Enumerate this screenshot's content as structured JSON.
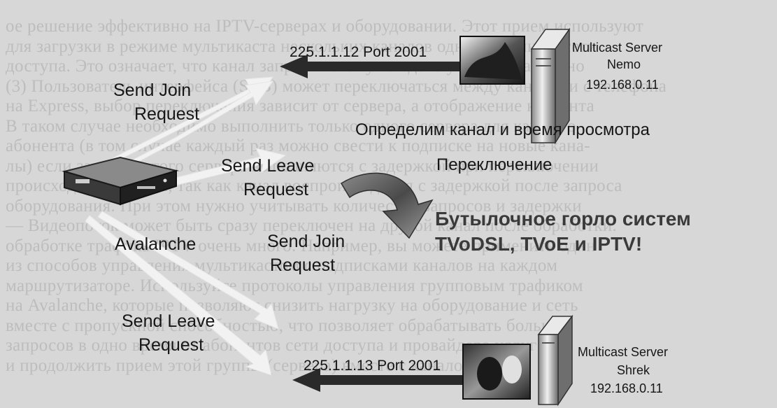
{
  "servers": {
    "top": {
      "name_line1": "Multicast Server",
      "name_line2": "Nemo",
      "ip": "192.168.0.11",
      "group": "225.1.1.12 Port 2001"
    },
    "bottom": {
      "name_line1": "Multicast Server",
      "name_line2": "Shrek",
      "ip": "192.168.0.11",
      "group": "225.1.1.13 Port 2001"
    }
  },
  "requests": {
    "join_top": [
      "Send Join",
      "Request"
    ],
    "leave_mid": [
      "Send Leave",
      "Request"
    ],
    "join_mid": [
      "Send Join",
      "Request"
    ],
    "leave_bottom": [
      "Send Leave",
      "Request"
    ]
  },
  "device_label": "Avalanche",
  "notes": {
    "channel_time": "Определим канал и время просмотра",
    "switching": "Переключение",
    "bottleneck_line1": "Бутылочное горло систем",
    "bottleneck_line2": "TVoDSL, TVoE и IPTV!"
  }
}
